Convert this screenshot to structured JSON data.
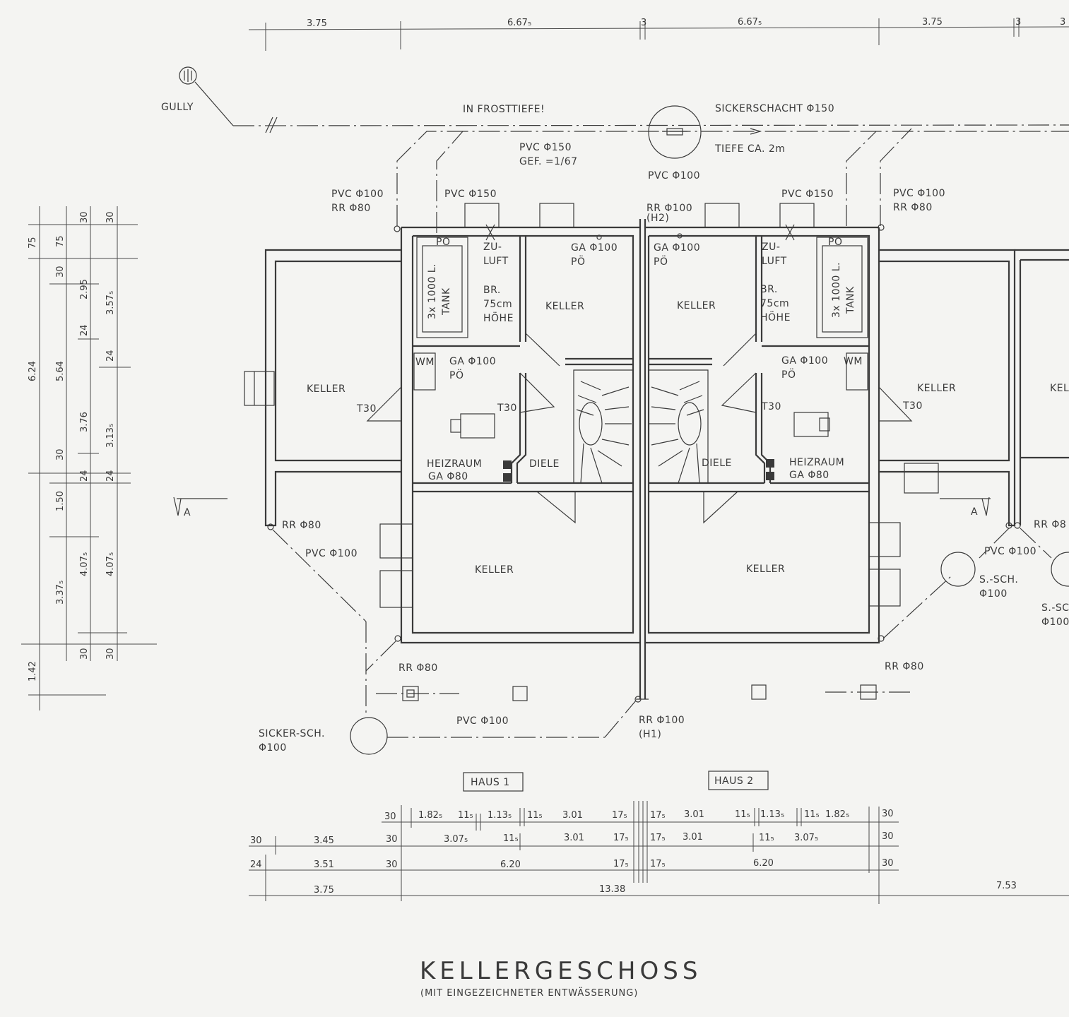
{
  "colors": {
    "paper": "#f4f4f2",
    "ink": "#3a3a3a"
  },
  "title": {
    "main": "KELLERGESCHOSS",
    "sub": "(MIT EINGEZEICHNETER ENTWÄSSERUNG)"
  },
  "houses": {
    "haus1": "HAUS 1",
    "haus2": "HAUS 2"
  },
  "rooms": {
    "keller_left": "KELLER",
    "keller_h1_upper": "KELLER",
    "keller_h2_upper": "KELLER",
    "keller_h1_lower": "KELLER",
    "keller_h2_lower": "KELLER",
    "keller_right": "KELLER",
    "keller_far_right": "KEL",
    "diele_h1": "DIELE",
    "diele_h2": "DIELE",
    "heizraum_h1": "HEIZRAUM",
    "heizraum_h2": "HEIZRAUM"
  },
  "annotations": {
    "gully": "GULLY",
    "frosttiefe": "IN FROSTTIEFE!",
    "sickerschacht": "SICKERSCHACHT Φ150",
    "tiefe": "TIEFE CA. 2m",
    "pvc150_gef_1": "PVC Φ150",
    "pvc150_gef_2": "GEF. =1/67",
    "pvc100_center": "PVC Φ100",
    "pvc100_rr80_left_1": "PVC Φ100",
    "pvc100_rr80_left_2": "RR Φ80",
    "pvc150_h1": "PVC Φ150",
    "rr100_h2_1": "RR Φ100",
    "rr100_h2_2": "(H2)",
    "pvc150_h2": "PVC Φ150",
    "pvc100_rr80_right_1": "PVC Φ100",
    "pvc100_rr80_right_2": "RR Φ80",
    "po_h1": "PÖ",
    "zuluft_h1_1": "ZU-",
    "zuluft_h1_2": "LUFT",
    "br_h1_1": "BR.",
    "br_h1_2": "75cm",
    "br_h1_3": "HÖHE",
    "ga100po_h1_1": "GA Φ100",
    "ga100po_h1_2": "PÖ",
    "ga100po_h2_1": "GA Φ100",
    "ga100po_h2_2": "PÖ",
    "zuluft_h2_1": "ZU-",
    "zuluft_h2_2": "LUFT",
    "br_h2_1": "BR.",
    "br_h2_2": "75cm",
    "br_h2_3": "HÖHE",
    "po_h2": "PÖ",
    "tank_h1_1": "3x 1000 L.",
    "tank_h1_2": "TANK",
    "tank_h2_1": "3x 1000 L.",
    "tank_h2_2": "TANK",
    "wm_h1": "WM",
    "wm_h2": "WM",
    "ga100po_h1b_1": "GA Φ100",
    "ga100po_h1b_2": "PÖ",
    "ga100po_h2b_1": "GA Φ100",
    "ga100po_h2b_2": "PÖ",
    "t30_left": "T30",
    "t30_h1": "T30",
    "t30_h2": "T30",
    "t30_right": "T30",
    "ga80_h1": "GA Φ80",
    "ga80_h2": "GA Φ80",
    "rr80_left": "RR Φ80",
    "pvc100_left": "PVC Φ100",
    "rr80_right_cut": "RR Φ8",
    "pvc100_right": "PVC Φ100",
    "ssch_1": "S.-SCH.",
    "ssch_2": "Φ100",
    "ssch_cut_1": "S.-SC",
    "ssch_cut_2": "Φ100",
    "rr80_bottom_left": "RR Φ80",
    "rr80_bottom_right": "RR Φ80",
    "pvc100_bottom": "PVC Φ100",
    "rr100_h1_1": "RR Φ100",
    "rr100_h1_2": "(H1)",
    "sicker_1": "SICKER-SCH.",
    "sicker_2": "Φ100",
    "section_a_left": "A",
    "section_a_right": "A"
  },
  "dimensions": {
    "top": [
      "3.75",
      "6.67₅",
      "3",
      "6.67₅",
      "3.75",
      "3",
      "3"
    ],
    "left_outer": [
      "75",
      "6.24",
      "1.42"
    ],
    "left_mid": [
      "75",
      "30",
      "5.64",
      "30",
      "1.50",
      "3.37₅"
    ],
    "left_inner": [
      "30",
      "2.95",
      "24",
      "3.76",
      "24",
      "4.07₅",
      "30"
    ],
    "left_edge": [
      "30",
      "3.57₅",
      "24",
      "3.13₅",
      "24",
      "4.07₅",
      "30"
    ],
    "bottom_row1": [
      "30",
      "1.82₅",
      "11₅",
      "1.13₅",
      "11₅",
      "3.01",
      "17₅",
      "17₅",
      "3.01",
      "11₅",
      "1.13₅",
      "11₅",
      "1.82₅",
      "30"
    ],
    "bottom_row2": [
      "30",
      "3.45",
      "30",
      "3.07₅",
      "11₅",
      "3.01",
      "17₅",
      "17₅",
      "3.01",
      "11₅",
      "3.07₅",
      "30"
    ],
    "bottom_row3": [
      "24",
      "3.51",
      "30",
      "6.20",
      "17₅",
      "17₅",
      "6.20",
      "30"
    ],
    "bottom_row4": [
      "3.75",
      "13.38",
      "7.53"
    ]
  }
}
